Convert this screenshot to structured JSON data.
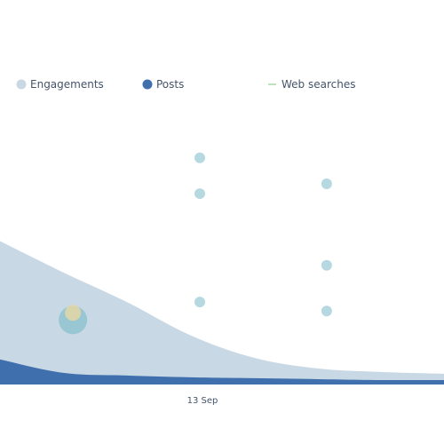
{
  "chart_data": {
    "type": "area",
    "x_ticks": [
      "13 Sep"
    ],
    "legend_position": "top",
    "grid": false,
    "series": [
      {
        "name": "Engagements",
        "type": "area",
        "color": "#c8d8e4",
        "x": [
          0,
          1,
          2,
          3,
          4,
          5,
          6,
          7
        ],
        "values": [
          160,
          125,
          92,
          55,
          30,
          18,
          14,
          12
        ]
      },
      {
        "name": "Posts",
        "type": "area",
        "color": "#3f6fad",
        "x": [
          0,
          1,
          2,
          3,
          4,
          5,
          6,
          7
        ],
        "values": [
          28,
          13,
          10,
          8,
          7,
          6,
          5,
          5
        ]
      },
      {
        "name": "Web searches",
        "type": "line",
        "color": "#a8d8a8",
        "values": []
      }
    ],
    "bubbles": [
      {
        "x": 1.15,
        "y": 72,
        "r": 16,
        "color": "#8fc4d0"
      },
      {
        "x": 1.15,
        "y": 80,
        "r": 9,
        "color": "#e3d7a5"
      },
      {
        "x": 3.15,
        "y": 92,
        "r": 6,
        "color": "#a9d2dc"
      },
      {
        "x": 3.15,
        "y": 213,
        "r": 6,
        "color": "#a9d2dc"
      },
      {
        "x": 3.15,
        "y": 253,
        "r": 6,
        "color": "#a9d2dc"
      },
      {
        "x": 5.15,
        "y": 82,
        "r": 6,
        "color": "#a9d2dc"
      },
      {
        "x": 5.15,
        "y": 133,
        "r": 6,
        "color": "#a9d2dc"
      },
      {
        "x": 5.15,
        "y": 224,
        "r": 6,
        "color": "#a9d2dc"
      }
    ],
    "xlim": [
      0,
      7
    ],
    "ylim": [
      0,
      330
    ]
  }
}
